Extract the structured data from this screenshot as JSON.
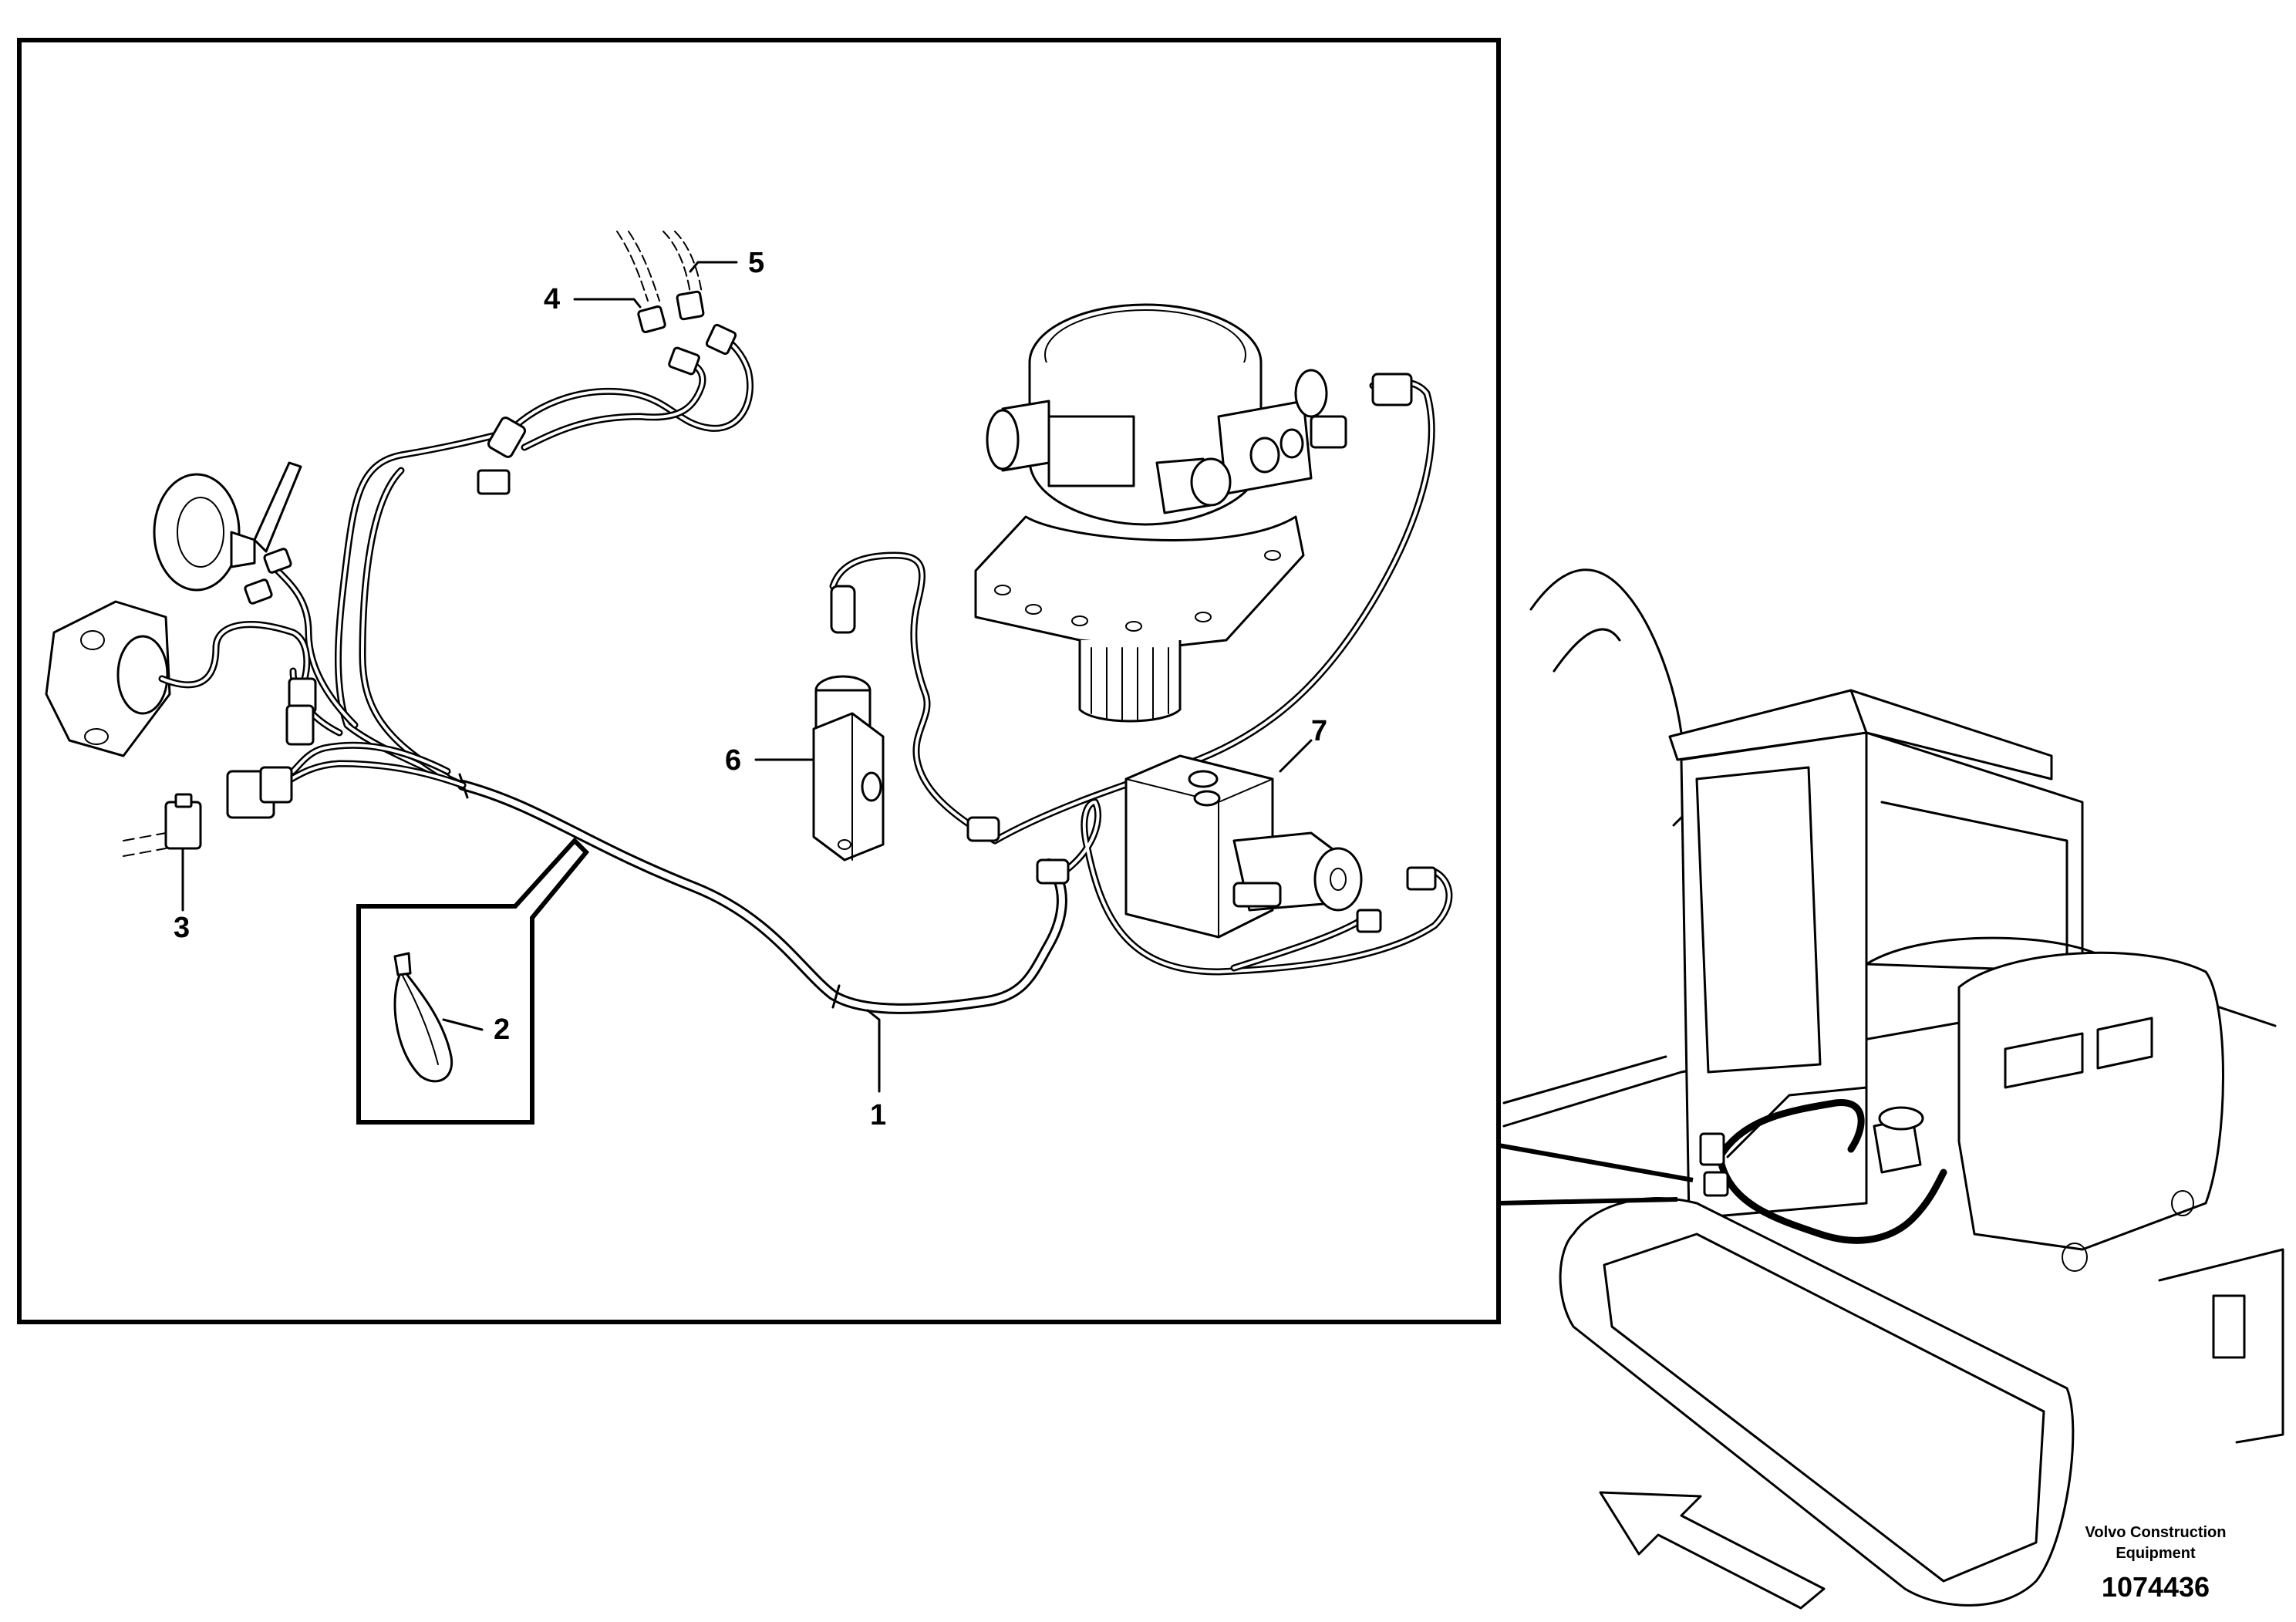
{
  "callouts": [
    {
      "id": "1",
      "label": "1"
    },
    {
      "id": "2",
      "label": "2"
    },
    {
      "id": "3",
      "label": "3"
    },
    {
      "id": "4",
      "label": "4"
    },
    {
      "id": "5",
      "label": "5"
    },
    {
      "id": "6",
      "label": "6"
    },
    {
      "id": "7",
      "label": "7"
    }
  ],
  "brand": {
    "line1": "Volvo Construction",
    "line2": "Equipment"
  },
  "drawing_number": "1074436"
}
